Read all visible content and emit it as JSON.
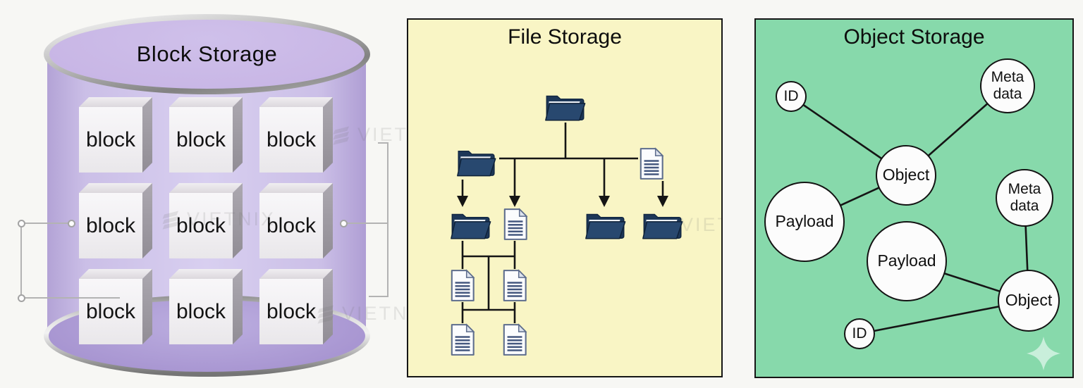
{
  "watermark": {
    "text": "VIETNIX"
  },
  "block_storage": {
    "title": "Block Storage",
    "block_label": "block",
    "grid": {
      "rows": 3,
      "cols": 3
    },
    "colors": {
      "cylinder_top": "#c6b3e4",
      "cylinder_body": "#cbbfe7",
      "cylinder_base": "#a592cf",
      "rim_silver": "#b3b3b3",
      "block_face": "#f1eff2"
    }
  },
  "file_storage": {
    "title": "File Storage",
    "colors": {
      "panel_bg": "#f9f5c5",
      "border": "#161616",
      "folder": "#28486f",
      "document_lines": "#44577e"
    },
    "tree": {
      "root": "folder",
      "level2": [
        "folder",
        "file"
      ],
      "level3": [
        "folder",
        "file",
        "folder",
        "folder"
      ],
      "level4": [
        "file",
        "file"
      ],
      "level5": [
        "file",
        "file"
      ]
    }
  },
  "object_storage": {
    "title": "Object Storage",
    "colors": {
      "panel_bg": "#87d9ab",
      "border": "#161616",
      "node_fill": "#fcfcfc",
      "node_border": "#131313"
    },
    "nodes": [
      {
        "id": "id-1",
        "label": "ID"
      },
      {
        "id": "metadata-1",
        "label": "Meta data"
      },
      {
        "id": "object-1",
        "label": "Object"
      },
      {
        "id": "payload-1",
        "label": "Payload"
      },
      {
        "id": "payload-2",
        "label": "Payload"
      },
      {
        "id": "metadata-2",
        "label": "Meta data"
      },
      {
        "id": "object-2",
        "label": "Object"
      },
      {
        "id": "id-2",
        "label": "ID"
      }
    ],
    "edges": [
      [
        "id-1",
        "object-1"
      ],
      [
        "metadata-1",
        "object-1"
      ],
      [
        "payload-1",
        "object-1"
      ],
      [
        "payload-2",
        "object-2"
      ],
      [
        "metadata-2",
        "object-2"
      ],
      [
        "id-2",
        "object-2"
      ]
    ]
  }
}
